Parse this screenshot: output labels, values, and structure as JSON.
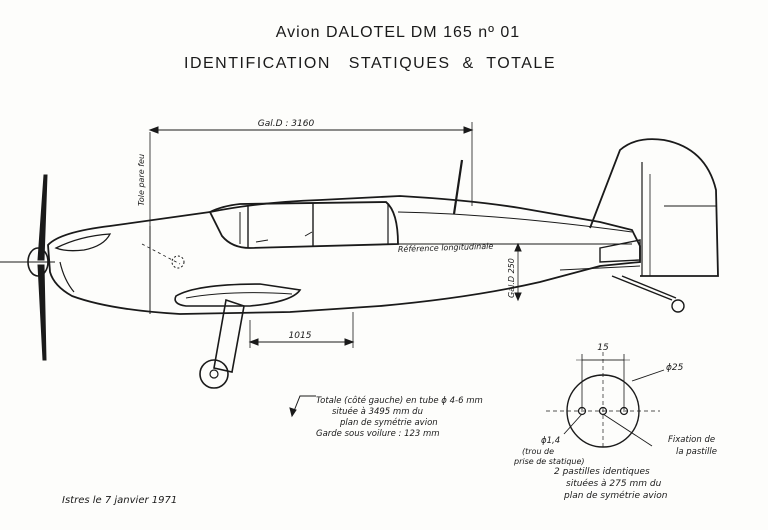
{
  "title": {
    "line1": "Avion DALOTEL DM 165 nº 01",
    "line2": "IDENTIFICATION   STATIQUES  &  TOTALE"
  },
  "dimensions": {
    "length_label": "Gal.D : 3160",
    "height_label": "Gal.D 250",
    "probe_offset_label": "1015",
    "reference_line_label": "Référence longitudinale",
    "firewall_label": "Tole pare feu",
    "probe_spacing_label": "15",
    "port_diameter_label": "ϕ25"
  },
  "annotations": {
    "pitot_note": [
      "Totale (côté gauche) en tube ϕ 4-6 mm",
      "située à 3495 mm du",
      "plan de symétrie avion",
      "Garde sous voilure : 123 mm"
    ],
    "hole_note": [
      "ϕ1,4",
      "(trou de",
      "prise de statique)"
    ],
    "pellet_note": [
      "Fixation de",
      "la pastille"
    ],
    "static_note": [
      "2 pastilles identiques",
      "situées à 275 mm du",
      "plan de symétrie avion"
    ],
    "signature": "Istres le 7 janvier 1971"
  }
}
